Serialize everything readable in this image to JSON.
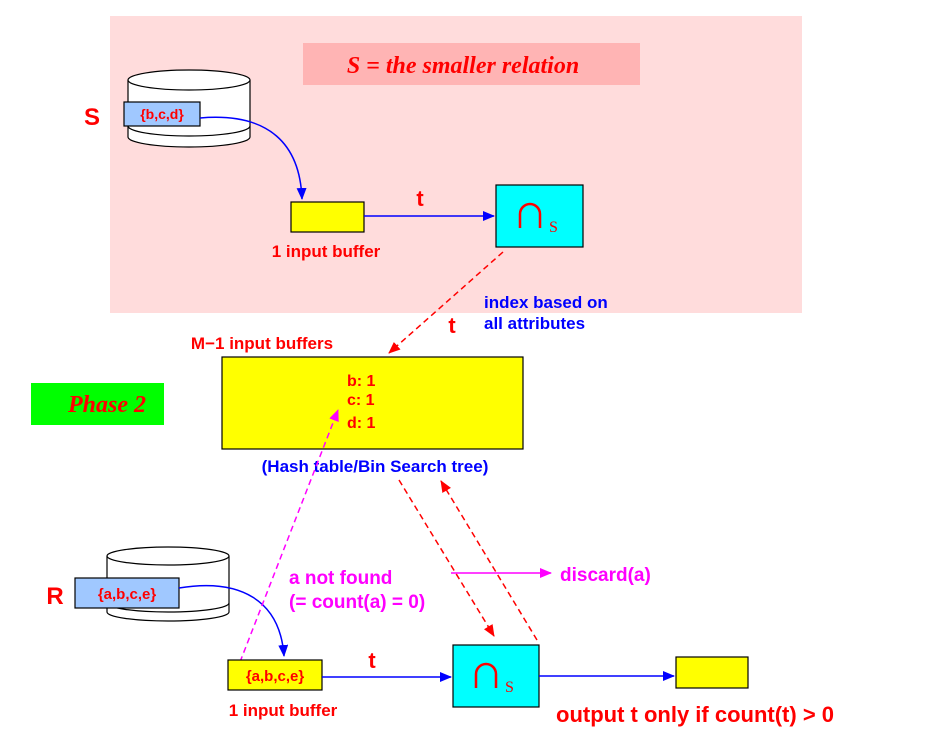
{
  "phase1": {
    "title": "S = the smaller relation",
    "relation_label": "S",
    "relation_tuple": "{b,c,d}",
    "buffer_label": "1 input buffer",
    "edge_label": "t",
    "op_symbol": "∩",
    "op_subscript": "S",
    "index_line1": "index based on",
    "index_line2": "all attributes",
    "index_edge_label": "t"
  },
  "phase2": {
    "phase_label": "Phase 2",
    "memory_label": "M−1 input buffers",
    "counts": [
      "b: 1",
      "c: 1",
      "d: 1"
    ],
    "struct_label": "(Hash table/Bin Search tree)",
    "relation_label": "R",
    "relation_tuple": "{a,b,c,e}",
    "buffer_tuple": "{a,b,c,e}",
    "buffer_label": "1 input buffer",
    "edge_label": "t",
    "op_symbol": "∩",
    "op_subscript": "S",
    "not_found_line1": "a not found",
    "not_found_line2": "(= count(a) = 0)",
    "discard_label": "discard(a)",
    "output_label": "output t only if count(t) > 0"
  },
  "colors": {
    "panel": "#ffdcdc",
    "title_box": "#ffb4b4",
    "red_text": "#ff0000",
    "blue": "#0000ff",
    "magenta": "#ff00ff",
    "yellow": "#ffff00",
    "cyan": "#00ffff",
    "light_blue": "#a0c8ff",
    "green": "#00ff00"
  }
}
